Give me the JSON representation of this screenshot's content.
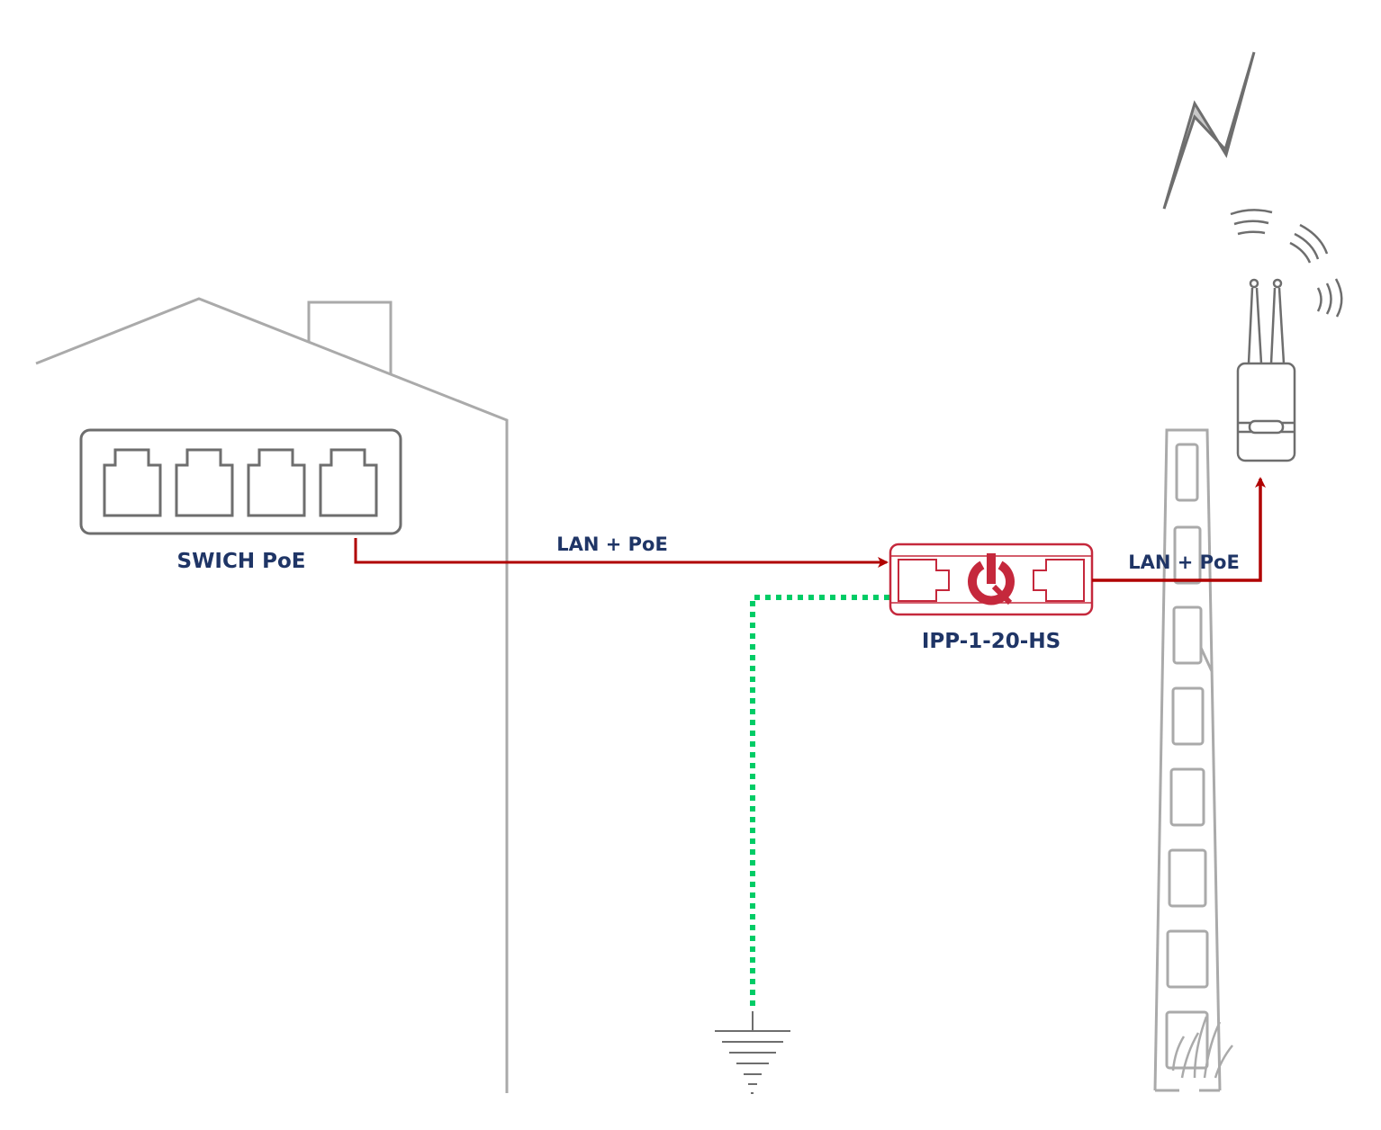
{
  "labels": {
    "switch": "SWICH PoE",
    "link_left": "LAN + PoE",
    "link_right": "LAN + PoE",
    "protector": "IPP-1-20-HS"
  },
  "colors": {
    "outline": "#aaaaaa",
    "device": "#6e6e6e",
    "cable": "#b00000",
    "protector": "#c5283c",
    "ground_wire": "#00cc66",
    "text": "#1f3566"
  },
  "icons": {
    "building": "house-outline",
    "switch": "poe-switch-icon",
    "protector": "surge-protector-icon",
    "ground": "ground-symbol-icon",
    "lightning": "lightning-bolt-icon",
    "access_point": "outdoor-access-point-icon",
    "mast": "lattice-mast-icon"
  }
}
